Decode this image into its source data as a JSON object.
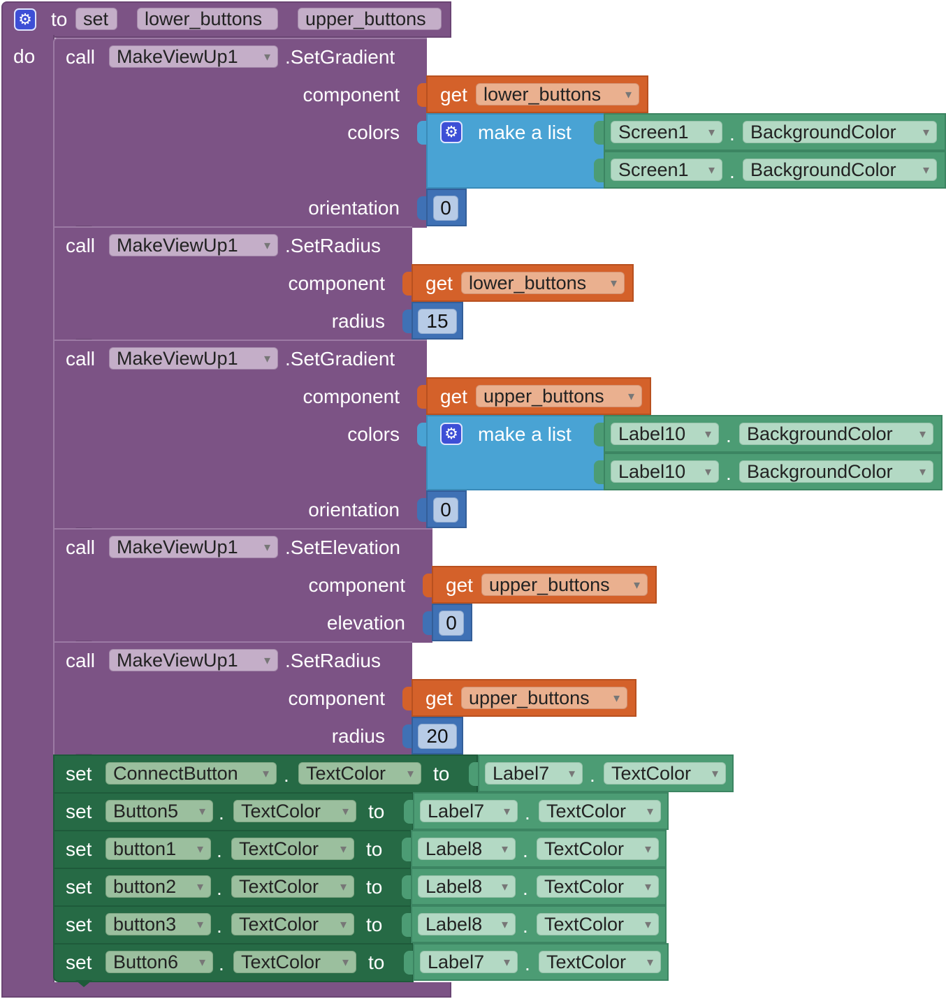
{
  "procedure": {
    "to": "to",
    "name": "set",
    "params": [
      "lower_buttons",
      "upper_buttons"
    ],
    "do": "do"
  },
  "calls": [
    {
      "call": "call",
      "component": "MakeViewUp1",
      "method": ".SetGradient",
      "component_label": "component",
      "component_get": "get",
      "component_var": "lower_buttons",
      "colors_label": "colors",
      "make_list": "make a list",
      "list_items": [
        [
          "Screen1",
          "BackgroundColor"
        ],
        [
          "Screen1",
          "BackgroundColor"
        ]
      ],
      "orientation_label": "orientation",
      "orientation_value": "0"
    },
    {
      "call": "call",
      "component": "MakeViewUp1",
      "method": ".SetRadius",
      "component_label": "component",
      "component_get": "get",
      "component_var": "lower_buttons",
      "radius_label": "radius",
      "radius_value": "15"
    },
    {
      "call": "call",
      "component": "MakeViewUp1",
      "method": ".SetGradient",
      "component_label": "component",
      "component_get": "get",
      "component_var": "upper_buttons",
      "colors_label": "colors",
      "make_list": "make a list",
      "list_items": [
        [
          "Label10",
          "BackgroundColor"
        ],
        [
          "Label10",
          "BackgroundColor"
        ]
      ],
      "orientation_label": "orientation",
      "orientation_value": "0"
    },
    {
      "call": "call",
      "component": "MakeViewUp1",
      "method": ".SetElevation",
      "component_label": "component",
      "component_get": "get",
      "component_var": "upper_buttons",
      "elevation_label": "elevation",
      "elevation_value": "0"
    },
    {
      "call": "call",
      "component": "MakeViewUp1",
      "method": ".SetRadius",
      "component_label": "component",
      "component_get": "get",
      "component_var": "upper_buttons",
      "radius_label": "radius",
      "radius_value": "20"
    }
  ],
  "dot": ".",
  "sets": [
    {
      "set": "set",
      "component": "ConnectButton",
      "property": "TextColor",
      "to": "to",
      "src_component": "Label7",
      "src_property": "TextColor"
    },
    {
      "set": "set",
      "component": "Button5",
      "property": "TextColor",
      "to": "to",
      "src_component": "Label7",
      "src_property": "TextColor"
    },
    {
      "set": "set",
      "component": "button1",
      "property": "TextColor",
      "to": "to",
      "src_component": "Label8",
      "src_property": "TextColor"
    },
    {
      "set": "set",
      "component": "button2",
      "property": "TextColor",
      "to": "to",
      "src_component": "Label8",
      "src_property": "TextColor"
    },
    {
      "set": "set",
      "component": "button3",
      "property": "TextColor",
      "to": "to",
      "src_component": "Label8",
      "src_property": "TextColor"
    },
    {
      "set": "set",
      "component": "Button6",
      "property": "TextColor",
      "to": "to",
      "src_component": "Label7",
      "src_property": "TextColor"
    }
  ],
  "colors": {
    "procedure": "#7c5385",
    "get": "#d4612a",
    "make_list": "#49a3d4",
    "number": "#3f71b5",
    "component_getter": "#4c9c74",
    "component_setter": "#266a45"
  },
  "icons": {
    "mutator": "gear-icon",
    "dropdown": "chevron-down-icon"
  }
}
